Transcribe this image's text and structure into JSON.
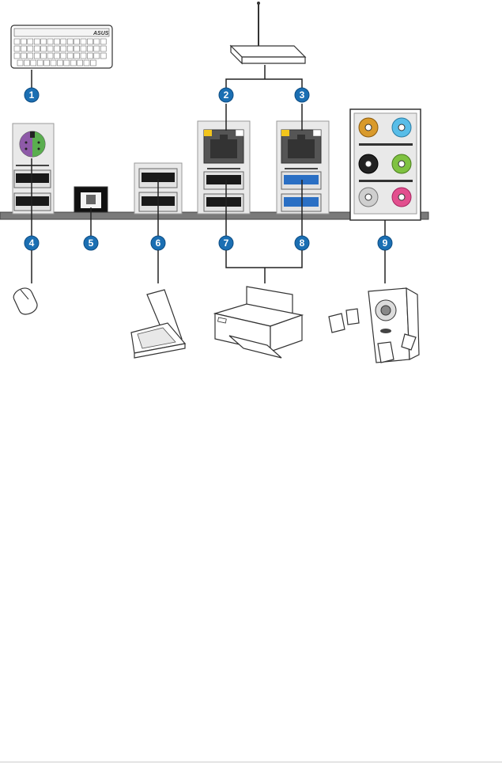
{
  "keyboard": {
    "logo_text": "ASUS"
  },
  "callouts": [
    {
      "id": "callout-1",
      "number": "1"
    },
    {
      "id": "callout-2",
      "number": "2"
    },
    {
      "id": "callout-3",
      "number": "3"
    },
    {
      "id": "callout-4",
      "number": "4"
    },
    {
      "id": "callout-5",
      "number": "5"
    },
    {
      "id": "callout-6",
      "number": "6"
    },
    {
      "id": "callout-7",
      "number": "7"
    },
    {
      "id": "callout-8",
      "number": "8"
    },
    {
      "id": "callout-9",
      "number": "9"
    }
  ],
  "colors": {
    "callout_blue": "#1b6fb3",
    "ps2_purple": "#8e5aa8",
    "ps2_green": "#5aae4f",
    "led_yellow": "#f2c51c",
    "usb3_blue": "#2a6fc4",
    "audio_orange": "#d99a2b",
    "audio_light_blue": "#58bde8",
    "audio_black": "#222222",
    "audio_lime": "#7fc241",
    "audio_gray": "#cfcfcf",
    "audio_pink": "#e24f8e"
  }
}
